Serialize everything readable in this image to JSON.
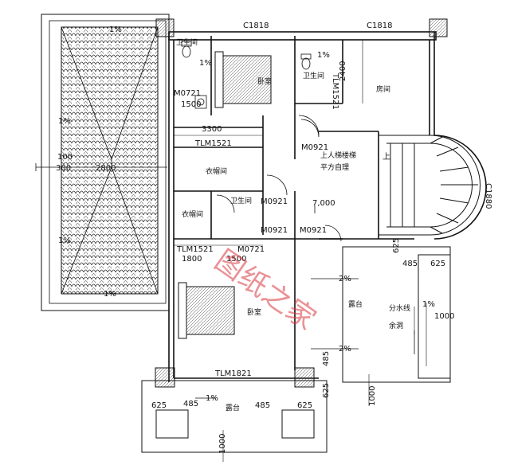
{
  "labels": {
    "win_1": "C1818",
    "win_2": "C1818",
    "win_curve": "C1880",
    "bath_1": "卫生间",
    "bath_2": "卫生间",
    "bath_3": "卫生间",
    "bedroom_1": "卧室",
    "bedroom_2": "卧室",
    "room": "房间",
    "closet_1": "衣帽间",
    "closet_2": "衣帽间",
    "terrace_1": "露台",
    "terrace_2": "露台",
    "stair": "上人梯楼梯",
    "ladder": "平方自理",
    "downpipe": "分水线",
    "rain": "余洞",
    "tlm1521_a": "TLM1521",
    "tlm1521_b": "TLM1521",
    "tlm1521_c": "TLM1521",
    "tlm1821": "TLM1821",
    "m0921_a": "M0921",
    "m0921_b": "M0921",
    "m0921_c": "M0921",
    "m0921_d": "M0921",
    "m0721_a": "M0721",
    "m0721_b": "M0721",
    "d3300": "3300",
    "d7000": "7,000",
    "d2400": "2400",
    "d1500_a": "1500",
    "d1500_b": "1500",
    "d1800": "1800",
    "d2800": "2800",
    "d300": "300",
    "d100": "100",
    "d1000_a": "1000",
    "d1000_b": "1000",
    "d1000_c": "1000",
    "d485_a": "485",
    "d485_b": "485",
    "d485_c": "485",
    "d485_d": "485",
    "d625_a": "625",
    "d625_b": "625",
    "d625_c": "625",
    "d625_d": "625",
    "d625_e": "625",
    "pct_1": "1%",
    "pct_2": "1%",
    "pct_3": "1%",
    "pct_4": "1%",
    "pct_5": "1%",
    "pct_6": "1%",
    "pct_7": "2%",
    "pct_8": "2%",
    "pct_9": "1%",
    "pct_10": "1%",
    "up": "上",
    "watermark": "图纸之家"
  }
}
